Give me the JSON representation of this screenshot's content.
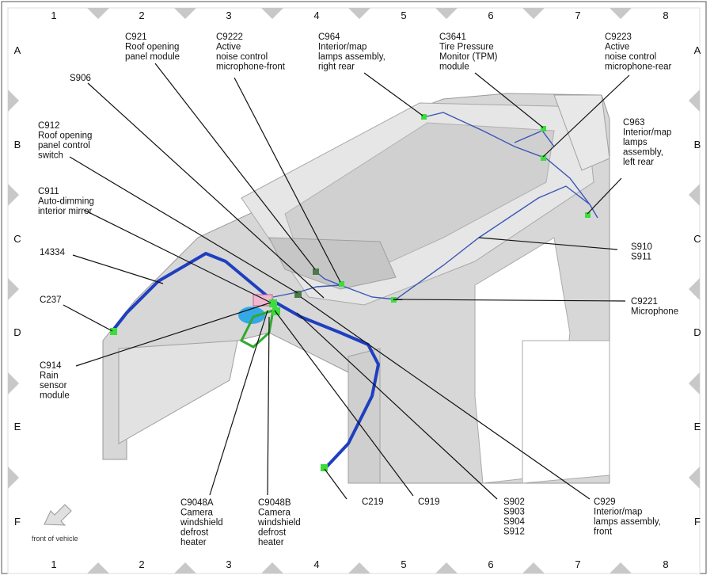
{
  "grid": {
    "columns": [
      "1",
      "2",
      "3",
      "4",
      "5",
      "6",
      "7",
      "8"
    ],
    "rows": [
      "A",
      "B",
      "C",
      "D",
      "E",
      "F"
    ]
  },
  "labels": {
    "c921": [
      "C921",
      "Roof opening",
      "panel module"
    ],
    "c9222": [
      "C9222",
      "Active",
      "noise control",
      "microphone-front"
    ],
    "c964": [
      "C964",
      "Interior/map",
      "lamps assembly,",
      "right rear"
    ],
    "c3641": [
      "C3641",
      "Tire Pressure",
      "Monitor (TPM)",
      "module"
    ],
    "c9223": [
      "C9223",
      "Active",
      "noise control",
      "microphone-rear"
    ],
    "s906": [
      "S906"
    ],
    "c912": [
      "C912",
      "Roof opening",
      "panel control",
      "switch"
    ],
    "c963": [
      "C963",
      "Interior/map",
      "lamps",
      "assembly,",
      "left rear"
    ],
    "c911": [
      "C911",
      "Auto-dimming",
      "interior mirror"
    ],
    "s910": [
      "S910",
      "S911"
    ],
    "n14334": [
      "14334"
    ],
    "c237": [
      "C237"
    ],
    "c9221": [
      "C9221",
      "Microphone"
    ],
    "c914": [
      "C914",
      "Rain",
      "sensor",
      "module"
    ],
    "c219": [
      "C219"
    ],
    "c919": [
      "C919"
    ],
    "c9048a": [
      "C9048A",
      "Camera",
      "windshield",
      "defrost",
      "heater"
    ],
    "c9048b": [
      "C9048B",
      "Camera",
      "windshield",
      "defrost",
      "heater"
    ],
    "s902": [
      "S902",
      "S903",
      "S904",
      "S912"
    ],
    "c929": [
      "C929",
      "Interior/map",
      "lamps assembly,",
      "front"
    ]
  },
  "front_of_vehicle": "front of vehicle",
  "colors": {
    "harness": "#1f3fbf",
    "connector": "#3ddc3d",
    "body": "#d7d7d7",
    "marker": "#c8c8c8"
  }
}
